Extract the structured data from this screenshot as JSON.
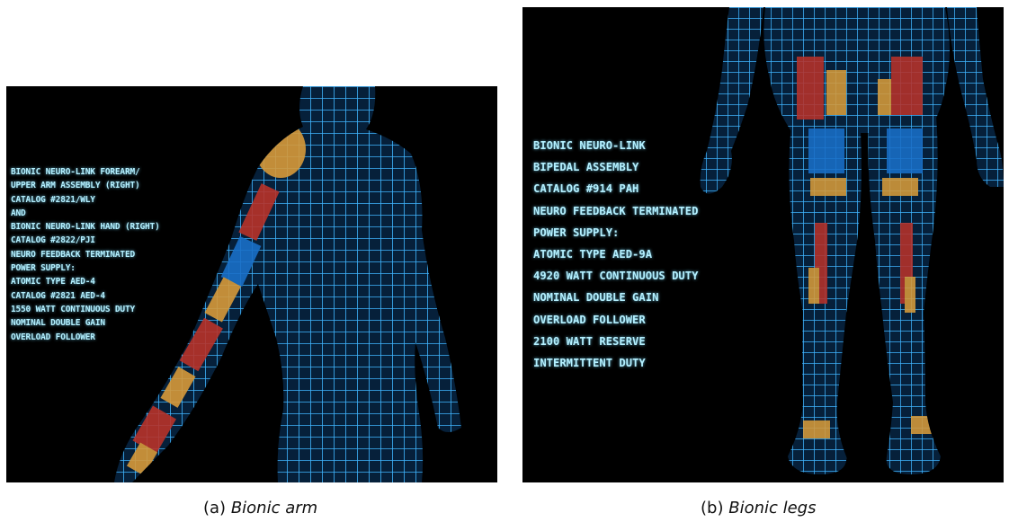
{
  "figure_a": {
    "label": "(a)",
    "caption": "Bionic arm",
    "spec_lines": [
      "BIONIC NEURO-LINK FOREARM/",
      "UPPER ARM ASSEMBLY (RIGHT)",
      "CATALOG #2821/WLY",
      "AND",
      "BIONIC NEURO-LINK HAND (RIGHT)",
      "CATALOG #2822/PJI",
      "NEURO FEEDBACK TERMINATED",
      "POWER SUPPLY:",
      "ATOMIC TYPE AED-4",
      "CATALOG #2821 AED-4",
      "1550 WATT CONTINUOUS DUTY",
      "NOMINAL DOUBLE GAIN",
      "OVERLOAD FOLLOWER"
    ]
  },
  "figure_b": {
    "label": "(b)",
    "caption": "Bionic legs",
    "spec_lines": [
      "BIONIC NEURO-LINK",
      "BIPEDAL ASSEMBLY",
      "CATALOG #914 PAH",
      "NEURO FEEDBACK TERMINATED",
      "POWER SUPPLY:",
      "ATOMIC TYPE AED-9A",
      "4920 WATT CONTINUOUS DUTY",
      "NOMINAL DOUBLE GAIN",
      "OVERLOAD FOLLOWER",
      "2100 WATT RESERVE",
      "INTERMITTENT DUTY"
    ]
  },
  "colors": {
    "background": "#000000",
    "wireframe": "#3fb6ff",
    "text": "#b4f0ff",
    "implant_red": "#b8322a",
    "implant_blue": "#1a6fc8",
    "implant_gold": "#d79a3a"
  }
}
